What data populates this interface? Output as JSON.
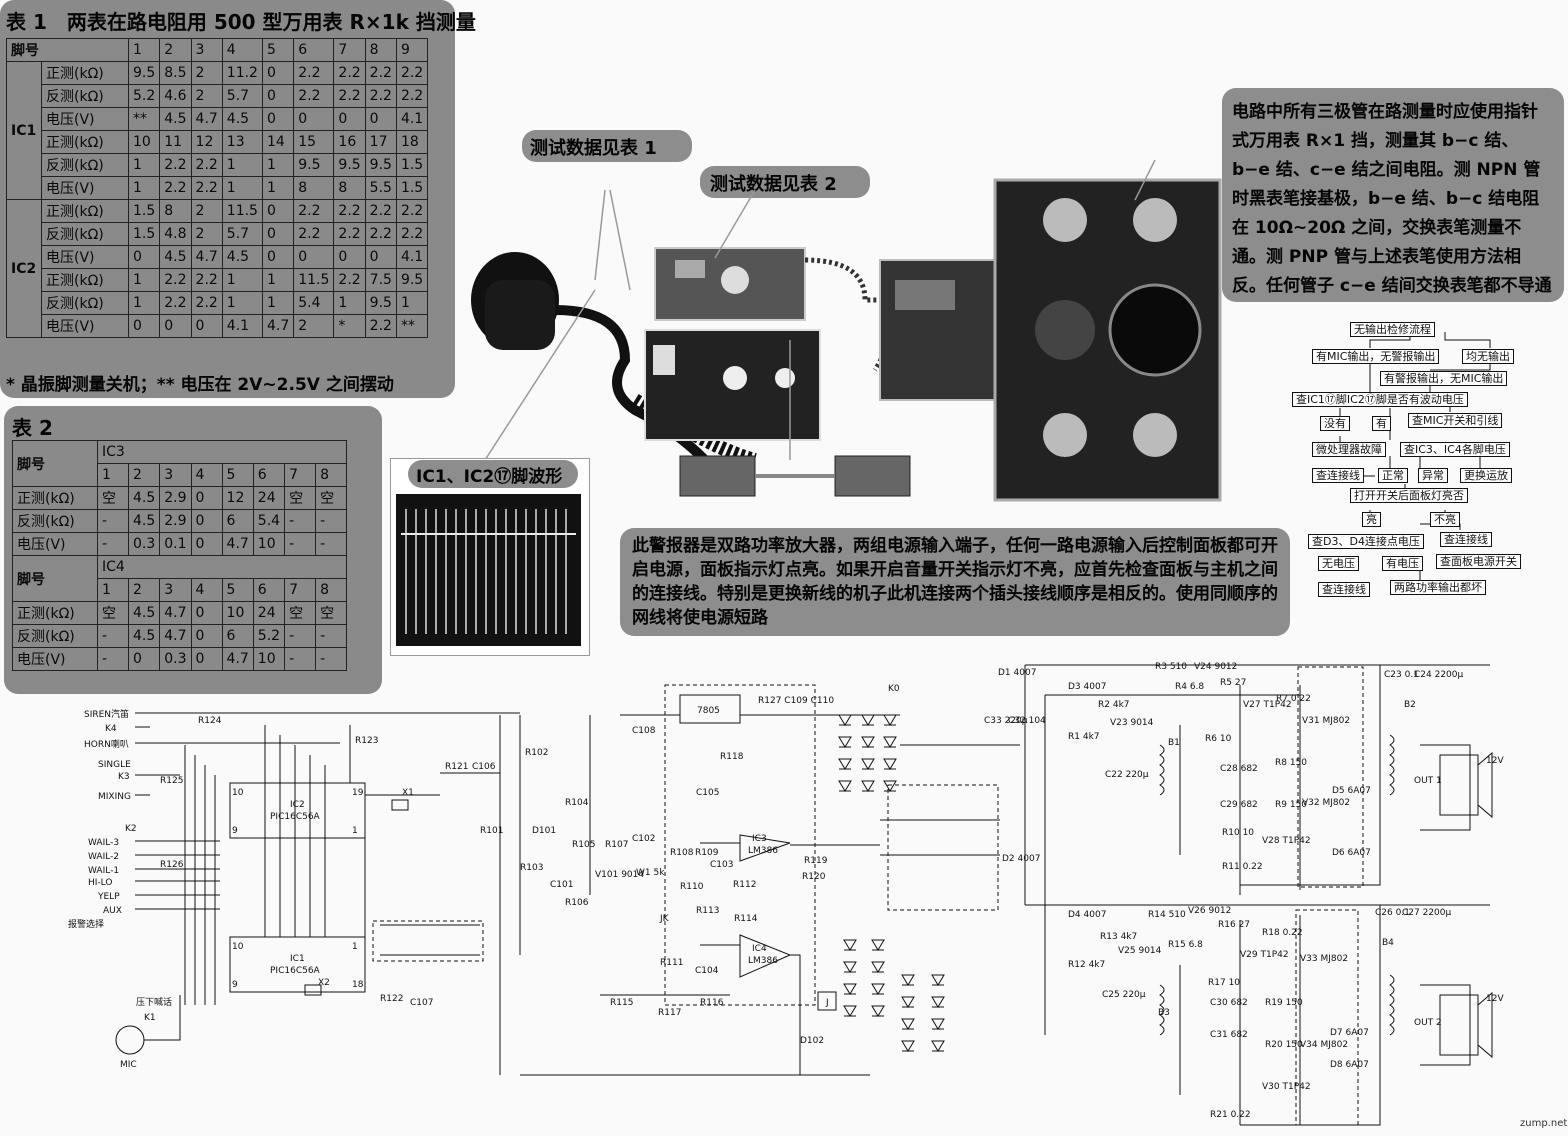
{
  "table1": {
    "title": "表 1　两表在路电阻用 500 型万用表 R×1k 挡测量",
    "header": [
      "脚号",
      "",
      "1",
      "2",
      "3",
      "4",
      "5",
      "6",
      "7",
      "8",
      "9"
    ],
    "groups": [
      {
        "name": "IC1",
        "rows": [
          [
            "正测(kΩ)",
            "9.5",
            "8.5",
            "2",
            "11.2",
            "0",
            "2.2",
            "2.2",
            "2.2",
            "2.2"
          ],
          [
            "反测(kΩ)",
            "5.2",
            "4.6",
            "2",
            "5.7",
            "0",
            "2.2",
            "2.2",
            "2.2",
            "2.2"
          ],
          [
            "电压(V)",
            "**",
            "4.5",
            "4.7",
            "4.5",
            "0",
            "0",
            "0",
            "0",
            "4.1"
          ],
          [
            "正测(kΩ)",
            "10",
            "11",
            "12",
            "13",
            "14",
            "15",
            "16",
            "17",
            "18"
          ],
          [
            "反测(kΩ)",
            "1",
            "2.2",
            "2.2",
            "1",
            "1",
            "9.5",
            "9.5",
            "9.5",
            "1.5"
          ],
          [
            "电压(V)",
            "1",
            "2.2",
            "2.2",
            "1",
            "1",
            "8",
            "8",
            "5.5",
            "1.5"
          ]
        ]
      },
      {
        "name": "IC2",
        "rows": [
          [
            "正测(kΩ)",
            "1.5",
            "8",
            "2",
            "11.5",
            "0",
            "2.2",
            "2.2",
            "2.2",
            "2.2"
          ],
          [
            "反测(kΩ)",
            "1.5",
            "4.8",
            "2",
            "5.7",
            "0",
            "2.2",
            "2.2",
            "2.2",
            "2.2"
          ],
          [
            "电压(V)",
            "0",
            "4.5",
            "4.7",
            "4.5",
            "0",
            "0",
            "0",
            "0",
            "4.1"
          ],
          [
            "正测(kΩ)",
            "1",
            "2.2",
            "2.2",
            "1",
            "1",
            "11.5",
            "2.2",
            "7.5",
            "9.5"
          ],
          [
            "反测(kΩ)",
            "1",
            "2.2",
            "2.2",
            "1",
            "1",
            "5.4",
            "1",
            "9.5",
            "1"
          ],
          [
            "电压(V)",
            "0",
            "0",
            "0",
            "4.1",
            "4.7",
            "2",
            "*",
            "2.2",
            "**"
          ]
        ]
      }
    ],
    "footnote": "* 晶振脚测量关机；** 电压在 2V~2.5V 之间摆动"
  },
  "table2": {
    "title": "表 2",
    "sections": [
      {
        "pin_label": "脚号",
        "ic": "IC3",
        "pins": [
          "1",
          "2",
          "3",
          "4",
          "5",
          "6",
          "7",
          "8"
        ],
        "rows": [
          [
            "正测(kΩ)",
            "空",
            "4.5",
            "2.9",
            "0",
            "12",
            "24",
            "空",
            "空"
          ],
          [
            "反测(kΩ)",
            "-",
            "4.5",
            "2.9",
            "0",
            "6",
            "5.4",
            "-",
            "-"
          ],
          [
            "电压(V)",
            "-",
            "0.3",
            "0.1",
            "0",
            "4.7",
            "10",
            "-",
            "-"
          ]
        ]
      },
      {
        "pin_label": "脚号",
        "ic": "IC4",
        "pins": [
          "1",
          "2",
          "3",
          "4",
          "5",
          "6",
          "7",
          "8"
        ],
        "rows": [
          [
            "正测(kΩ)",
            "空",
            "4.5",
            "4.7",
            "0",
            "10",
            "24",
            "空",
            "空"
          ],
          [
            "反测(kΩ)",
            "-",
            "4.5",
            "4.7",
            "0",
            "6",
            "5.2",
            "-",
            "-"
          ],
          [
            "电压(V)",
            "-",
            "0",
            "0.3",
            "0",
            "4.7",
            "10",
            "-",
            "-"
          ]
        ]
      }
    ]
  },
  "callouts": {
    "test_data_1": "测试数据见表 1",
    "test_data_2": "测试数据见表 2",
    "waveform_label": "IC1、IC2⑰脚波形",
    "transistor_note": "电路中所有三极管在路测量时应使用指针式万用表 R×1 挡，测量其 b−c 结、b−e 结、c−e 结之间电阻。测 NPN 管时黑表笔接基极，b−e 结、b−c 结电阻在 10Ω~20Ω 之间，交换表笔测量不通。测 PNP 管与上述表笔使用方法相反。任何管子 c−e 结间交换表笔都不导通",
    "power_note": "此警报器是双路功率放大器，两组电源输入端子，任何一路电源输入后控制面板都可开启电源，面板指示灯点亮。如果开启音量开关指示灯不亮，应首先检查面板与主机之间的连接线。特别是更换新线的机子此机连接两个插头接线顺序是相反的。使用同顺序的网线将使电源短路"
  },
  "flowchart": {
    "nodes": {
      "start": "无输出检修流程",
      "mic_no_alarm": "有MIC输出，无警报输出",
      "no_output": "均无输出",
      "alarm_no_mic": "有警报输出，无MIC输出",
      "check_ic_pins": "查IC1⑰脚IC2⑰脚是否有波动电压",
      "check_mic_switch": "查MIC开关和引线",
      "none": "没有",
      "has": "有",
      "mcu_fault": "微处理器故障",
      "check_ic34": "查IC3、IC4各脚电压",
      "check_wire_a": "查连接线",
      "normal": "正常",
      "abnormal": "异常",
      "replace_opamp": "更换运放",
      "open_switch": "打开开关后面板灯亮否",
      "lit": "亮",
      "not_lit": "不亮",
      "check_d3d4": "查D3、D4连接点电压",
      "check_wire_b": "查连接线",
      "no_voltage": "无电压",
      "has_voltage": "有电压",
      "check_panel_switch": "查面板电源开关",
      "check_wire_c": "查连接线",
      "both_amp_bad": "两路功率输出都坏"
    }
  },
  "schematic": {
    "left_labels": [
      "SIREN汽笛",
      "K4",
      "HORN喇叭",
      "SINGLE",
      "K3",
      "MIXING",
      "K2",
      "WAIL-3",
      "WAIL-2",
      "WAIL-1",
      "HI-LO",
      "YELP",
      "AUX",
      "报警选择",
      "压下喊话",
      "K1",
      "MIC"
    ],
    "ic_labels": {
      "ic2_name": "IC2",
      "ic2_part": "PIC16C56A",
      "ic1_name": "IC1",
      "ic1_part": "PIC16C56A",
      "ic3_name": "IC3",
      "ic3_part": "LM386",
      "ic4_name": "IC4",
      "ic4_part": "LM386",
      "reg": "7805"
    },
    "pins": {
      "p10a": "10",
      "p19": "19",
      "p9a": "9",
      "p1a": "1",
      "p10b": "10",
      "p9b": "9",
      "p1b": "1",
      "p18": "18"
    },
    "component_labels": [
      "R124",
      "R123",
      "R125",
      "R126",
      "R121",
      "C106",
      "X1",
      "X2",
      "R122",
      "C107",
      "R102",
      "R101",
      "D101",
      "R103",
      "C101",
      "R104",
      "R105",
      "V101 9014",
      "R106",
      "R107",
      "C102",
      "W1 5k",
      "R108",
      "R109",
      "C103",
      "C105",
      "R110",
      "R113",
      "R111",
      "C104",
      "R112",
      "R114",
      "R115",
      "R117",
      "R116",
      "JK",
      "R118",
      "R127 C109 C110",
      "C108",
      "K0",
      "R119",
      "R120",
      "D102",
      "J"
    ],
    "right_labels": [
      "D1 4007",
      "D2 4007",
      "D3 4007",
      "D4 4007",
      "C33 220μ",
      "C32 104",
      "R1 4k7",
      "R2 4k7",
      "V23 9014",
      "R3 510",
      "R4 6.8",
      "V24 9012",
      "R5 27",
      "V27 T1P42",
      "R6 10",
      "R7 0.22",
      "C22 220μ",
      "B1",
      "C28 682",
      "R8 150",
      "V31 MJ802",
      "D5 6A07",
      "C29 682",
      "R9 150",
      "V32 MJ802",
      "D6 6A07",
      "R10 10",
      "V28 T1P42",
      "R11 0.22",
      "C23 0.1",
      "C24 2200μ",
      "B2",
      "OUT 1",
      "12V",
      "R12 4k7",
      "R13 4k7",
      "V25 9014",
      "R14 510",
      "R15 6.8",
      "V26 9012",
      "R16 27",
      "V29 T1P42",
      "R18 0.22",
      "R17 10",
      "C25 220μ",
      "B3",
      "C30 682",
      "R19 150",
      "V33 MJ802",
      "D7 6A07",
      "C31 682",
      "R20 150",
      "V34 MJ802",
      "D8 6A07",
      "V30 T1P42",
      "R21 0.22",
      "C26 0.1",
      "C27 2200μ",
      "B4",
      "OUT 2",
      "12V"
    ],
    "watermark": "zump.net"
  }
}
